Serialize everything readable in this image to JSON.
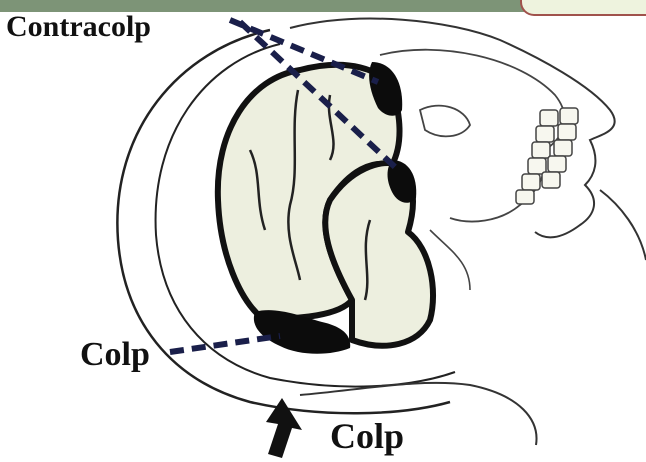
{
  "labels": {
    "contrecoup": "Contracolp",
    "coup_left": "Colp",
    "coup_bottom": "Colp"
  },
  "colors": {
    "header_band": "#7d9477",
    "callout_border": "#a0524c",
    "callout_fill": "#eef3de",
    "brain_fill": "#edefdf",
    "ink": "#111111"
  },
  "icons": {
    "impact_arrow": "arrow-up-icon"
  }
}
